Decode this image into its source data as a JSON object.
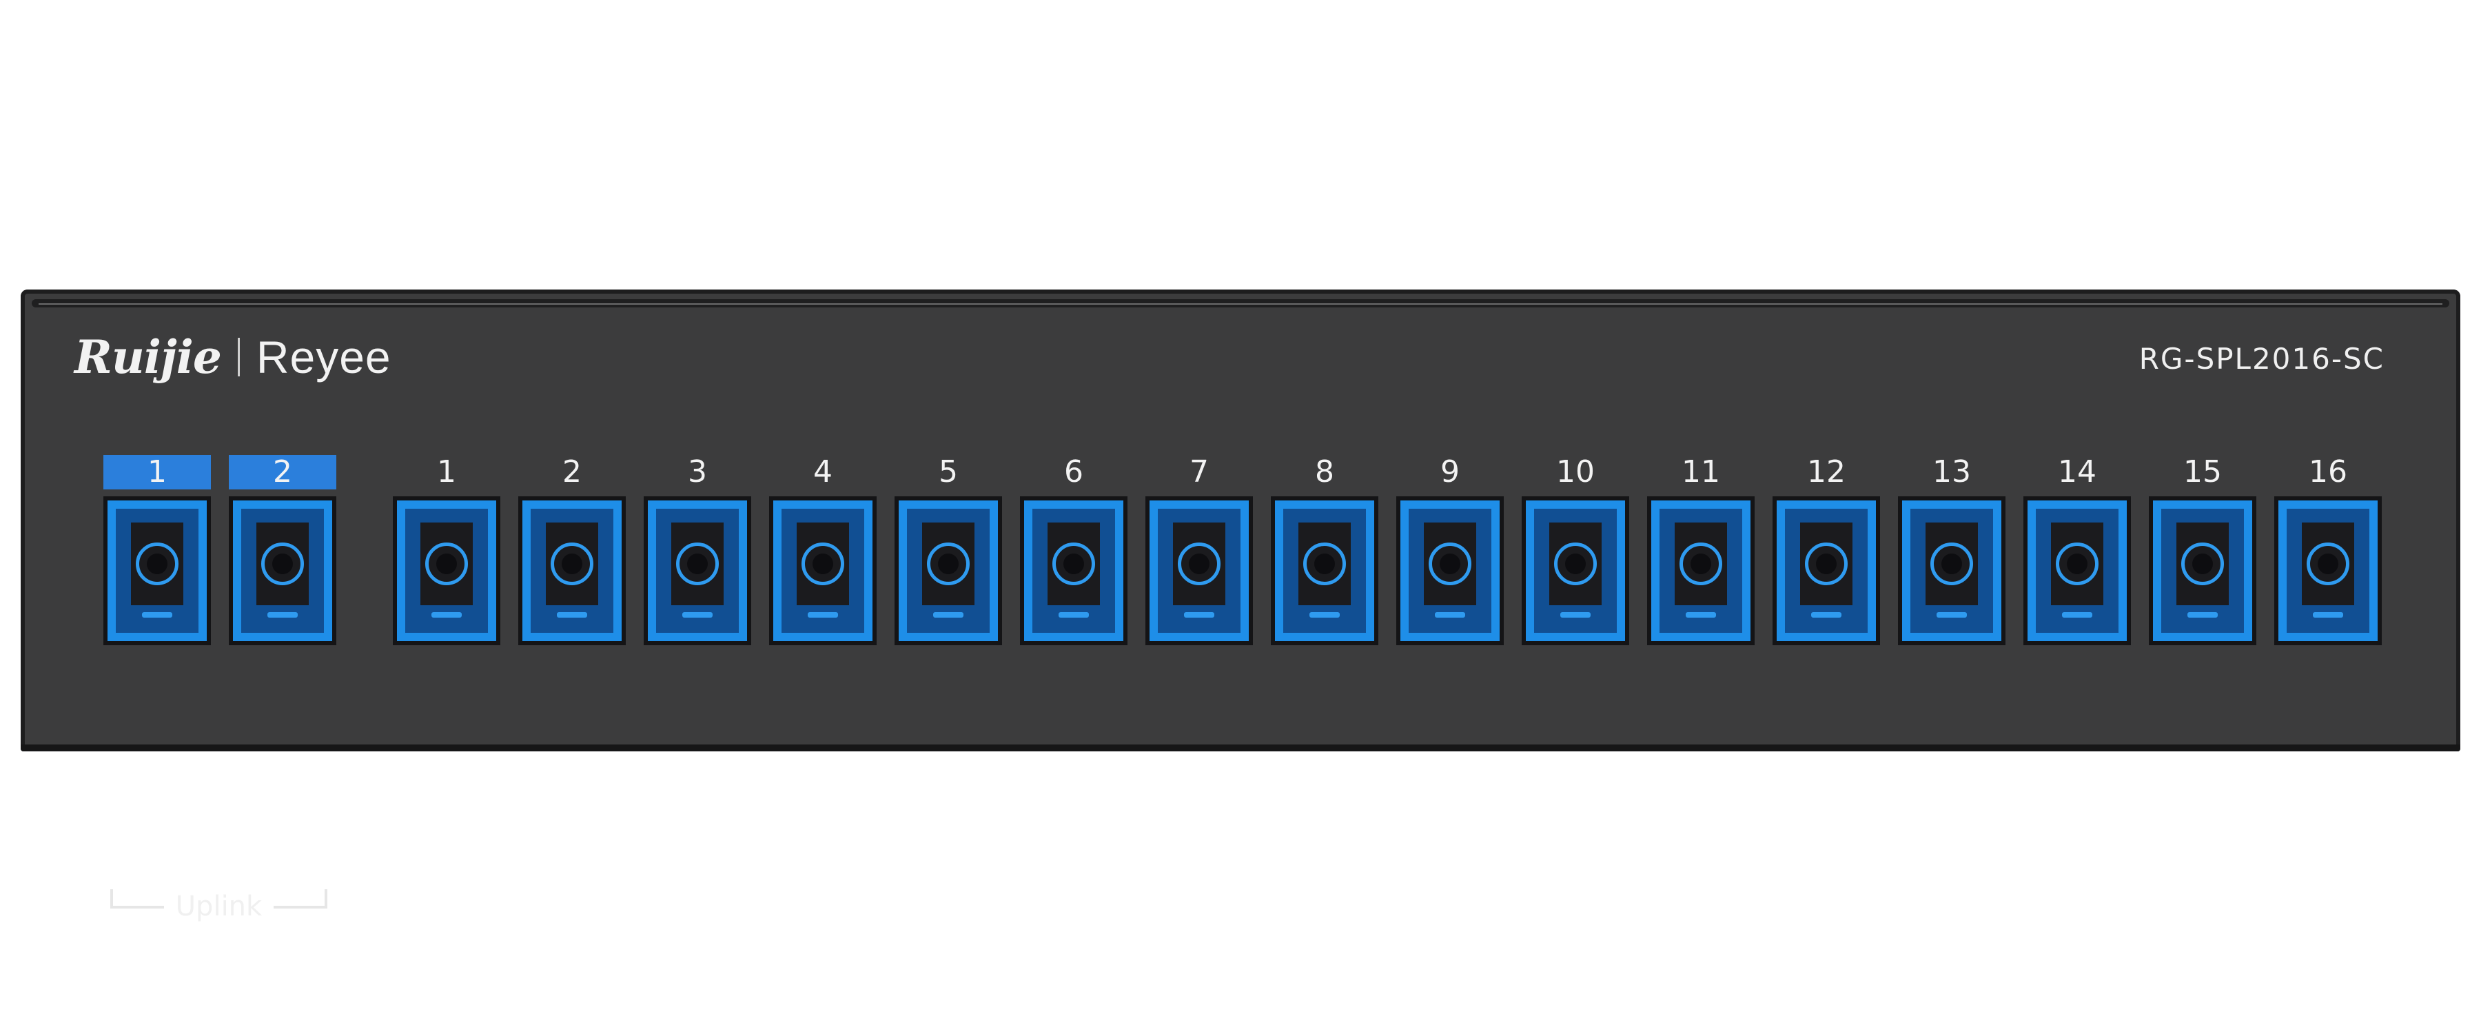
{
  "brand": {
    "primary": "Ruijie",
    "secondary": "Reyee"
  },
  "model": "RG-SPL2016-SC",
  "uplink_ports": [
    {
      "label": "1",
      "color": "#2b7fdc"
    },
    {
      "label": "2",
      "color": "#2b7fdc"
    }
  ],
  "uplink_label": "Uplink",
  "downlink_ports": [
    {
      "label": "1"
    },
    {
      "label": "2"
    },
    {
      "label": "3"
    },
    {
      "label": "4"
    },
    {
      "label": "5"
    },
    {
      "label": "6"
    },
    {
      "label": "7"
    },
    {
      "label": "8"
    },
    {
      "label": "9"
    },
    {
      "label": "10"
    },
    {
      "label": "11"
    },
    {
      "label": "12"
    },
    {
      "label": "13"
    },
    {
      "label": "14"
    },
    {
      "label": "15"
    },
    {
      "label": "16"
    }
  ],
  "colors": {
    "port_blue": "#1e8ee8",
    "panel": "#3c3c3d",
    "uplink_badge": "#2b7fdc"
  }
}
